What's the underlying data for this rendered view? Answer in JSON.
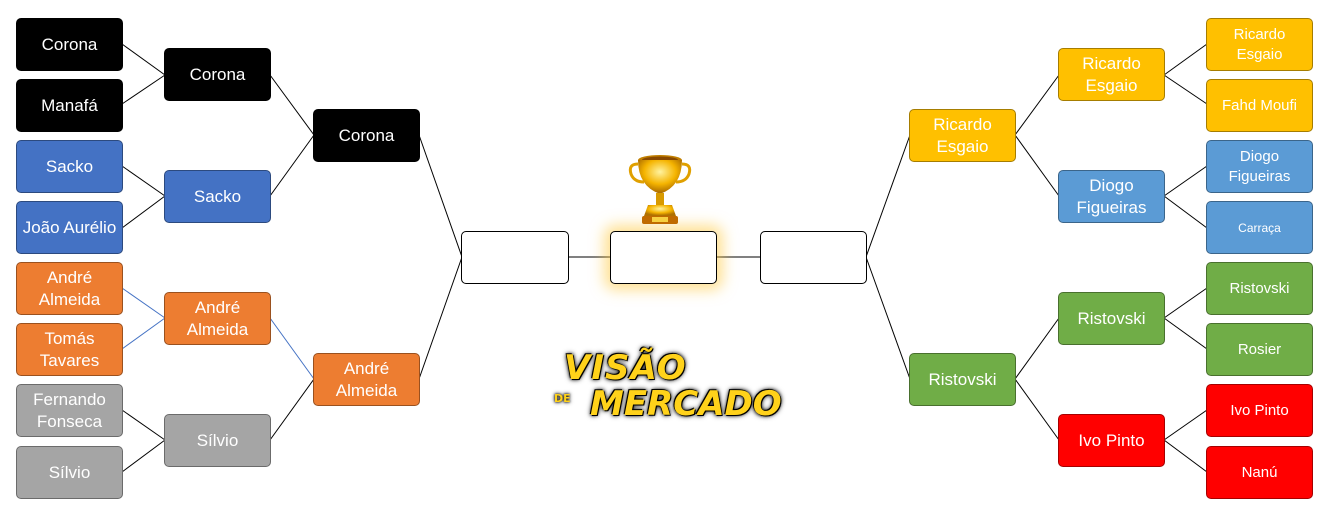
{
  "left": {
    "r1": [
      "Corona",
      "Manafá",
      "Sacko",
      "João Aurélio",
      "André Almeida",
      "Tomás Tavares",
      "Fernando Fonseca",
      "Sílvio"
    ],
    "r2": [
      "Corona",
      "Sacko",
      "André Almeida",
      "Sílvio"
    ],
    "r3": [
      "Corona",
      "André Almeida"
    ]
  },
  "right": {
    "r1": [
      "Ricardo Esgaio",
      "Fahd Moufi",
      "Diogo Figueiras",
      "Carraça",
      "Ristovski",
      "Rosier",
      "Ivo Pinto",
      "Nanú"
    ],
    "r2": [
      "Ricardo Esgaio",
      "Diogo Figueiras",
      "Ristovski",
      "Ivo Pinto"
    ],
    "r3": [
      "Ricardo Esgaio",
      "Ristovski"
    ]
  },
  "logo": {
    "line1": "VISÃO",
    "de": "DE",
    "line2": "MERCADO"
  },
  "icons": {
    "trophy": "trophy-icon"
  },
  "colors": {
    "black": "#000000",
    "blue": "#4472c4",
    "orange": "#ed7d31",
    "gray": "#a5a5a5",
    "yellow": "#ffc000",
    "light_blue": "#5b9bd5",
    "green": "#70ad47",
    "red": "#ff0000"
  }
}
